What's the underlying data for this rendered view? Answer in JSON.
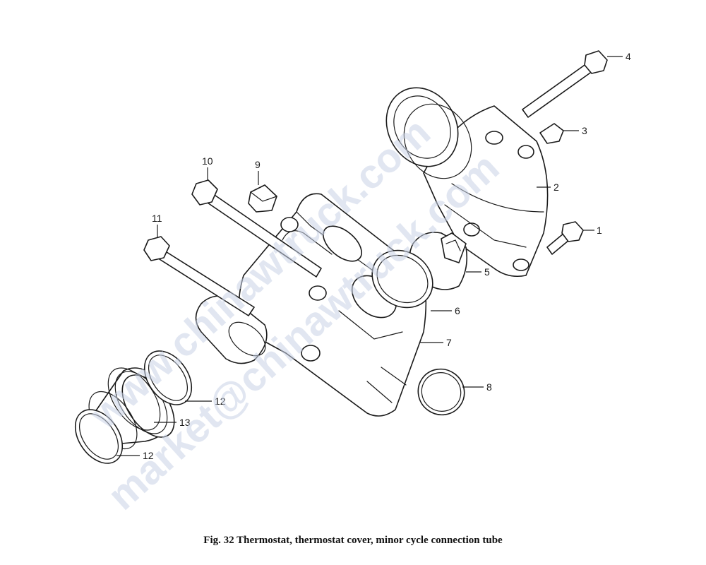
{
  "caption": "Fig. 32 Thermostat, thermostat cover, minor cycle connection tube",
  "watermark": [
    "www.chinawtruck.com",
    "market@chinawtruck.com"
  ],
  "callouts": [
    "1",
    "2",
    "3",
    "4",
    "5",
    "6",
    "7",
    "8",
    "9",
    "10",
    "11",
    "12",
    "13",
    "12"
  ],
  "colors": {
    "line": "#1a1a1a",
    "watermark": "#c9d3e6",
    "background": "#ffffff"
  }
}
